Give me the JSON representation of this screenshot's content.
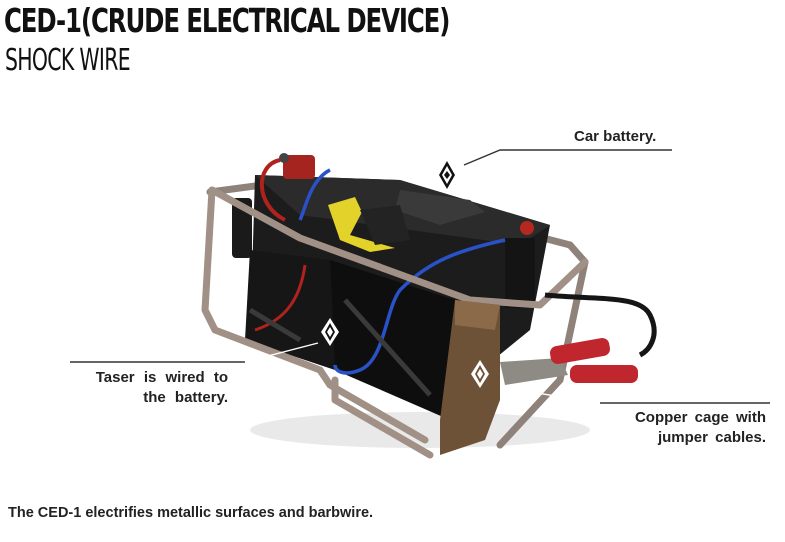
{
  "header": {
    "title": "CED-1(CRUDE ELECTRICAL DEVICE)",
    "subtitle": "SHOCK WIRE"
  },
  "callouts": [
    {
      "id": "car-battery",
      "line1": "Car battery.",
      "line2": "",
      "marker_icon": "diamond-marker-icon"
    },
    {
      "id": "taser",
      "line1": "Taser is wired to",
      "line2": "the battery.",
      "marker_icon": "diamond-marker-icon"
    },
    {
      "id": "copper-cage",
      "line1": "Copper cage with",
      "line2": "jumper cables.",
      "marker_icon": "diamond-marker-icon"
    }
  ],
  "footer": {
    "description": "The CED-1 electrifies metallic surfaces and barbwire."
  },
  "colors": {
    "text": "#222222",
    "battery_body": "#1b1b1b",
    "cage_metal": "#9a8a80",
    "copper_plate": "#6e5238",
    "wire_red": "#b0221e",
    "wire_blue": "#2a52c8",
    "taser_yellow": "#e3d22a",
    "clamp_red": "#c0262e"
  }
}
